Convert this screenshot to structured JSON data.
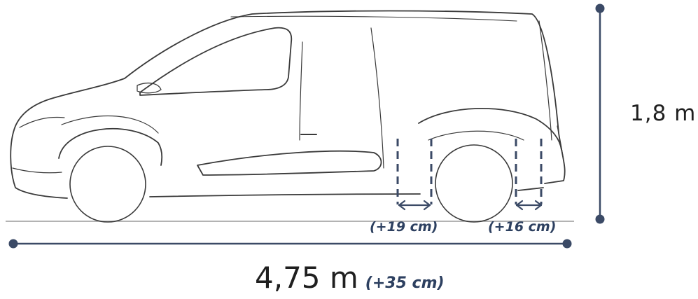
{
  "dimensions": {
    "height": "1,8 m",
    "length": "4,75 m",
    "length_increase": "(+35 cm)",
    "rear_overhang_increase": "(+19 cm)",
    "front_overhang_increase": "(+16 cm)"
  },
  "colors": {
    "dimension_line": "#3b4a66",
    "annotation_text": "#2d4060",
    "sketch": "#3a3a3a"
  }
}
